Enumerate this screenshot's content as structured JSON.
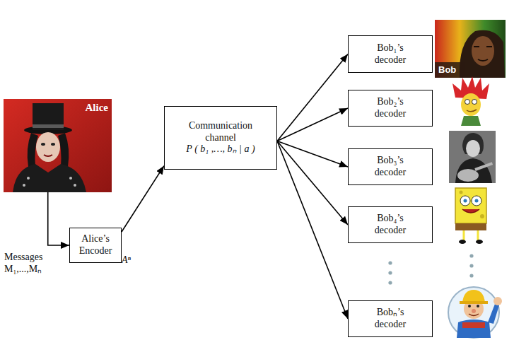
{
  "diagram": {
    "nodes": [
      {
        "text": [
          "Alice"
        ]
      },
      {
        "text": [
          "Alice’s Encoder"
        ]
      },
      {
        "text": [
          "Communication channel",
          "P ( b₁ ,…, bₙ | a )"
        ]
      },
      {
        "text": [
          "Bob₁’s decoder"
        ]
      },
      {
        "text": [
          "Bob₂’s decoder"
        ]
      },
      {
        "text": [
          "Bob₃’s decoder"
        ]
      },
      {
        "text": [
          "Bob₄’s decoder"
        ]
      },
      {
        "text": [
          "Bobₙ’s decoder"
        ]
      }
    ],
    "edges": [
      {
        "from": 0,
        "to": 1,
        "arrow": "to"
      },
      {
        "from": 1,
        "to": 2,
        "arrow": "to"
      },
      {
        "from": 2,
        "to": 3,
        "arrow": "to"
      },
      {
        "from": 2,
        "to": 4,
        "arrow": "to"
      },
      {
        "from": 2,
        "to": 5,
        "arrow": "to"
      },
      {
        "from": 2,
        "to": 6,
        "arrow": "to"
      },
      {
        "from": 2,
        "to": 7,
        "arrow": "to"
      }
    ],
    "labels": [
      "Messages M₁,...,Mₙ",
      "Aⁿ",
      "Bob"
    ]
  }
}
